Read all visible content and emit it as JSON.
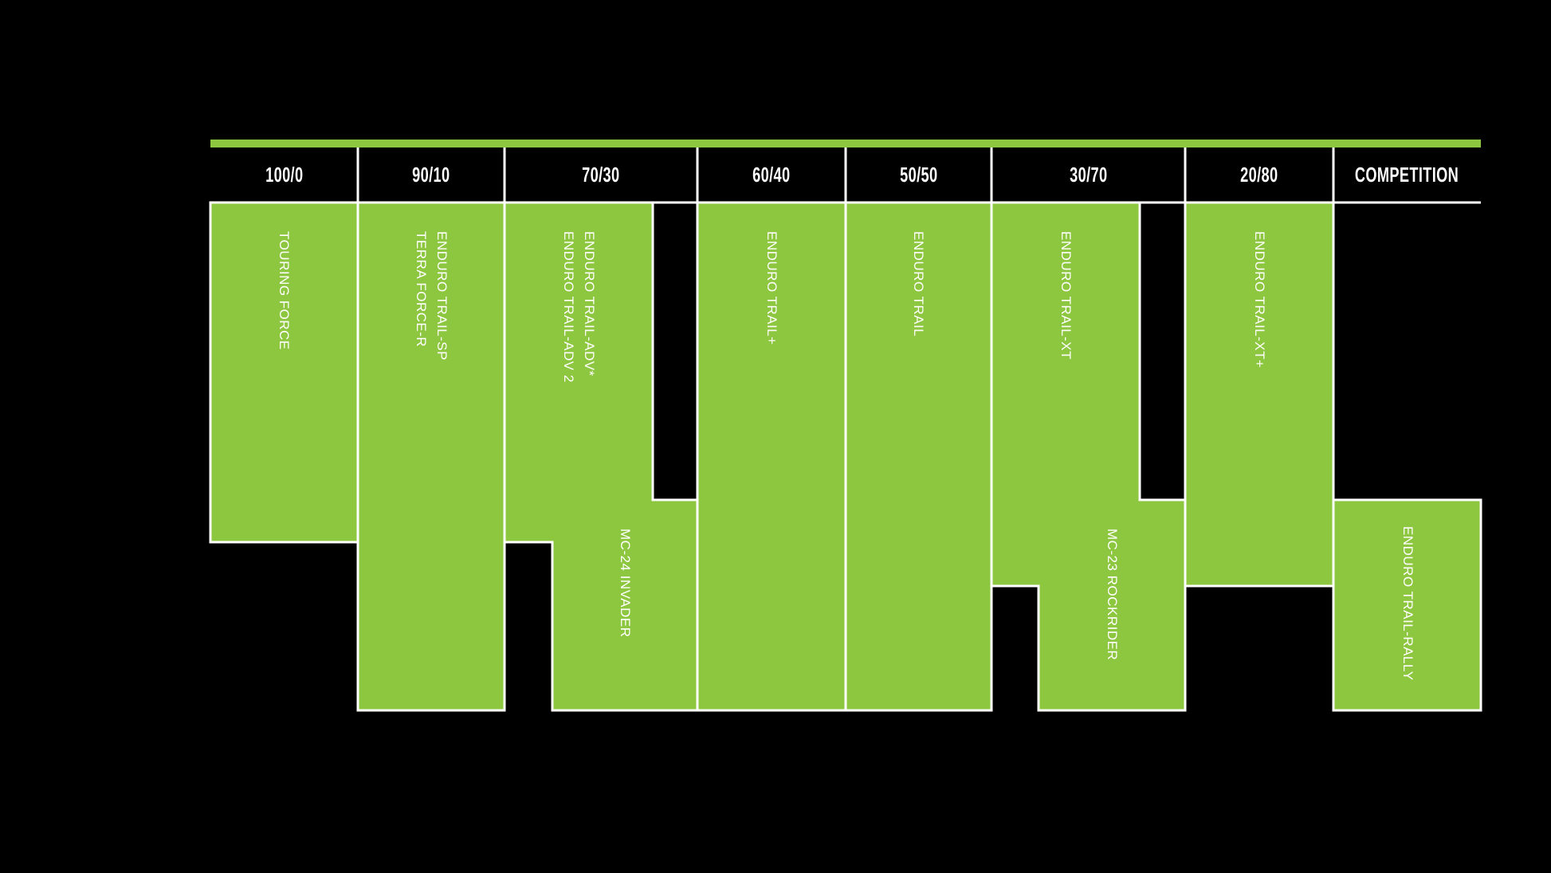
{
  "theme": {
    "background": "#000000",
    "green": "#8DC63F",
    "line": "#FFFFFF",
    "text": "#FFFFFF"
  },
  "header": {
    "categories": [
      "100/0",
      "90/10",
      "70/30",
      "60/40",
      "50/50",
      "30/70",
      "20/80",
      "COMPETITION"
    ]
  },
  "blocks": {
    "touring_force": "TOURING FORCE",
    "terra_force": "TERRA FORCE-R\nENDURO TRAIL-SP",
    "adv": "ENDURO TRAIL-ADV 2\nENDURO TRAIL-ADV*",
    "mc24": "MC-24 INVADER",
    "trail_plus": "ENDURO TRAIL+",
    "trail": "ENDURO TRAIL",
    "xt": "ENDURO TRAIL-XT",
    "mc23": "MC-23 ROCKRIDER",
    "xt_plus": "ENDURO TRAIL-XT+",
    "rally": "ENDURO TRAIL-RALLY"
  },
  "chart_data": {
    "type": "table",
    "title": "",
    "columns": [
      "100/0",
      "90/10",
      "70/30",
      "60/40",
      "50/50",
      "30/70",
      "20/80",
      "COMPETITION"
    ],
    "rows": [
      {
        "column": "100/0",
        "models": [
          "TOURING FORCE"
        ]
      },
      {
        "column": "90/10",
        "models": [
          "TERRA FORCE-R",
          "ENDURO TRAIL-SP"
        ]
      },
      {
        "column": "70/30",
        "models": [
          "ENDURO TRAIL-ADV 2",
          "ENDURO TRAIL-ADV*",
          "MC-24 INVADER"
        ]
      },
      {
        "column": "60/40",
        "models": [
          "ENDURO TRAIL+"
        ]
      },
      {
        "column": "50/50",
        "models": [
          "ENDURO TRAIL"
        ]
      },
      {
        "column": "30/70",
        "models": [
          "ENDURO TRAIL-XT",
          "MC-23 ROCKRIDER"
        ]
      },
      {
        "column": "20/80",
        "models": [
          "ENDURO TRAIL-XT+"
        ]
      },
      {
        "column": "COMPETITION",
        "models": [
          "ENDURO TRAIL-RALLY"
        ]
      }
    ],
    "layout": {
      "legend": "none",
      "grid": "off",
      "block_color": "#8DC63F",
      "outline_color": "#FFFFFF",
      "background": "#000000"
    }
  }
}
